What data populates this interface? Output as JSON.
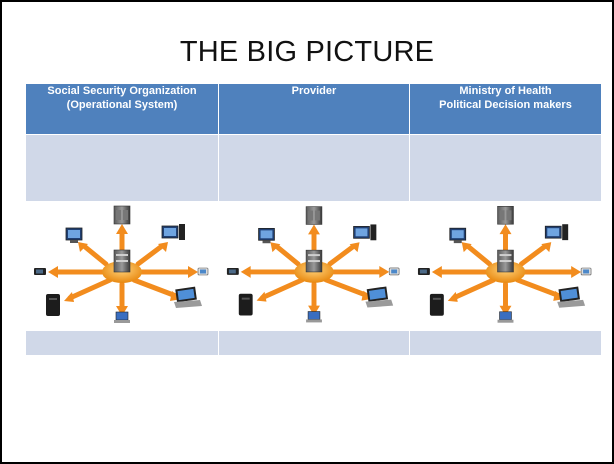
{
  "slide": {
    "title": "THE BIG PICTURE"
  },
  "table": {
    "columns": [
      {
        "line1": "Social Security Organization",
        "line2": "(Operational System)"
      },
      {
        "line1": "Provider",
        "line2": ""
      },
      {
        "line1": "Ministry of Health",
        "line2": "Political Decision makers"
      }
    ]
  },
  "colors": {
    "header_bg": "#4f81bd",
    "row_bg": "#d0d8e8",
    "arrow": "#f28c1e"
  },
  "icons": [
    "server-icon",
    "desktop-computer-icon",
    "laptop-icon",
    "pda-icon",
    "network-diagram"
  ]
}
